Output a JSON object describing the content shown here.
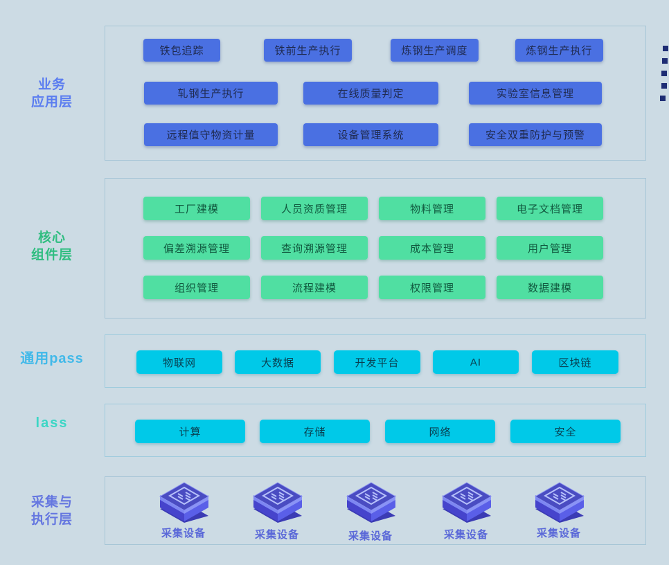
{
  "app_layer": {
    "label_line1": "业务",
    "label_line2": "应用层",
    "rows": [
      [
        "铁包追踪",
        "铁前生产执行",
        "炼钢生产调度",
        "炼钢生产执行"
      ],
      [
        "轧钢生产执行",
        "在线质量判定",
        "实验室信息管理"
      ],
      [
        "远程值守物资计量",
        "设备管理系统",
        "安全双重防护与预警"
      ]
    ]
  },
  "core_layer": {
    "label_line1": "核心",
    "label_line2": "组件层",
    "rows": [
      [
        "工厂建模",
        "人员资质管理",
        "物料管理",
        "电子文档管理"
      ],
      [
        "偏差溯源管理",
        "查询溯源管理",
        "成本管理",
        "用户管理"
      ],
      [
        "组织管理",
        "流程建模",
        "权限管理",
        "数据建模"
      ]
    ]
  },
  "paas_layer": {
    "label": "通用pass",
    "buttons": [
      "物联网",
      "大数据",
      "开发平台",
      "AI",
      "区块链"
    ]
  },
  "iaas_layer": {
    "label": "lass",
    "buttons": [
      "计算",
      "存储",
      "网络",
      "安全"
    ]
  },
  "collect_layer": {
    "label_line1": "采集与",
    "label_line2": "执行层",
    "devices": [
      "采集设备",
      "采集设备",
      "采集设备",
      "采集设备",
      "采集设备"
    ]
  },
  "colors": {
    "background": "#ccdbe4",
    "app_button": "#4a70e2",
    "core_button": "#50dfa2",
    "paas_button": "#00c9e8",
    "label_app": "#5b7df0",
    "label_core": "#2fbd80",
    "label_paas": "#41b9e9",
    "label_iaas": "#3cd6c5",
    "label_collect": "#6577e0",
    "device_cube": "#4a4cc2"
  }
}
